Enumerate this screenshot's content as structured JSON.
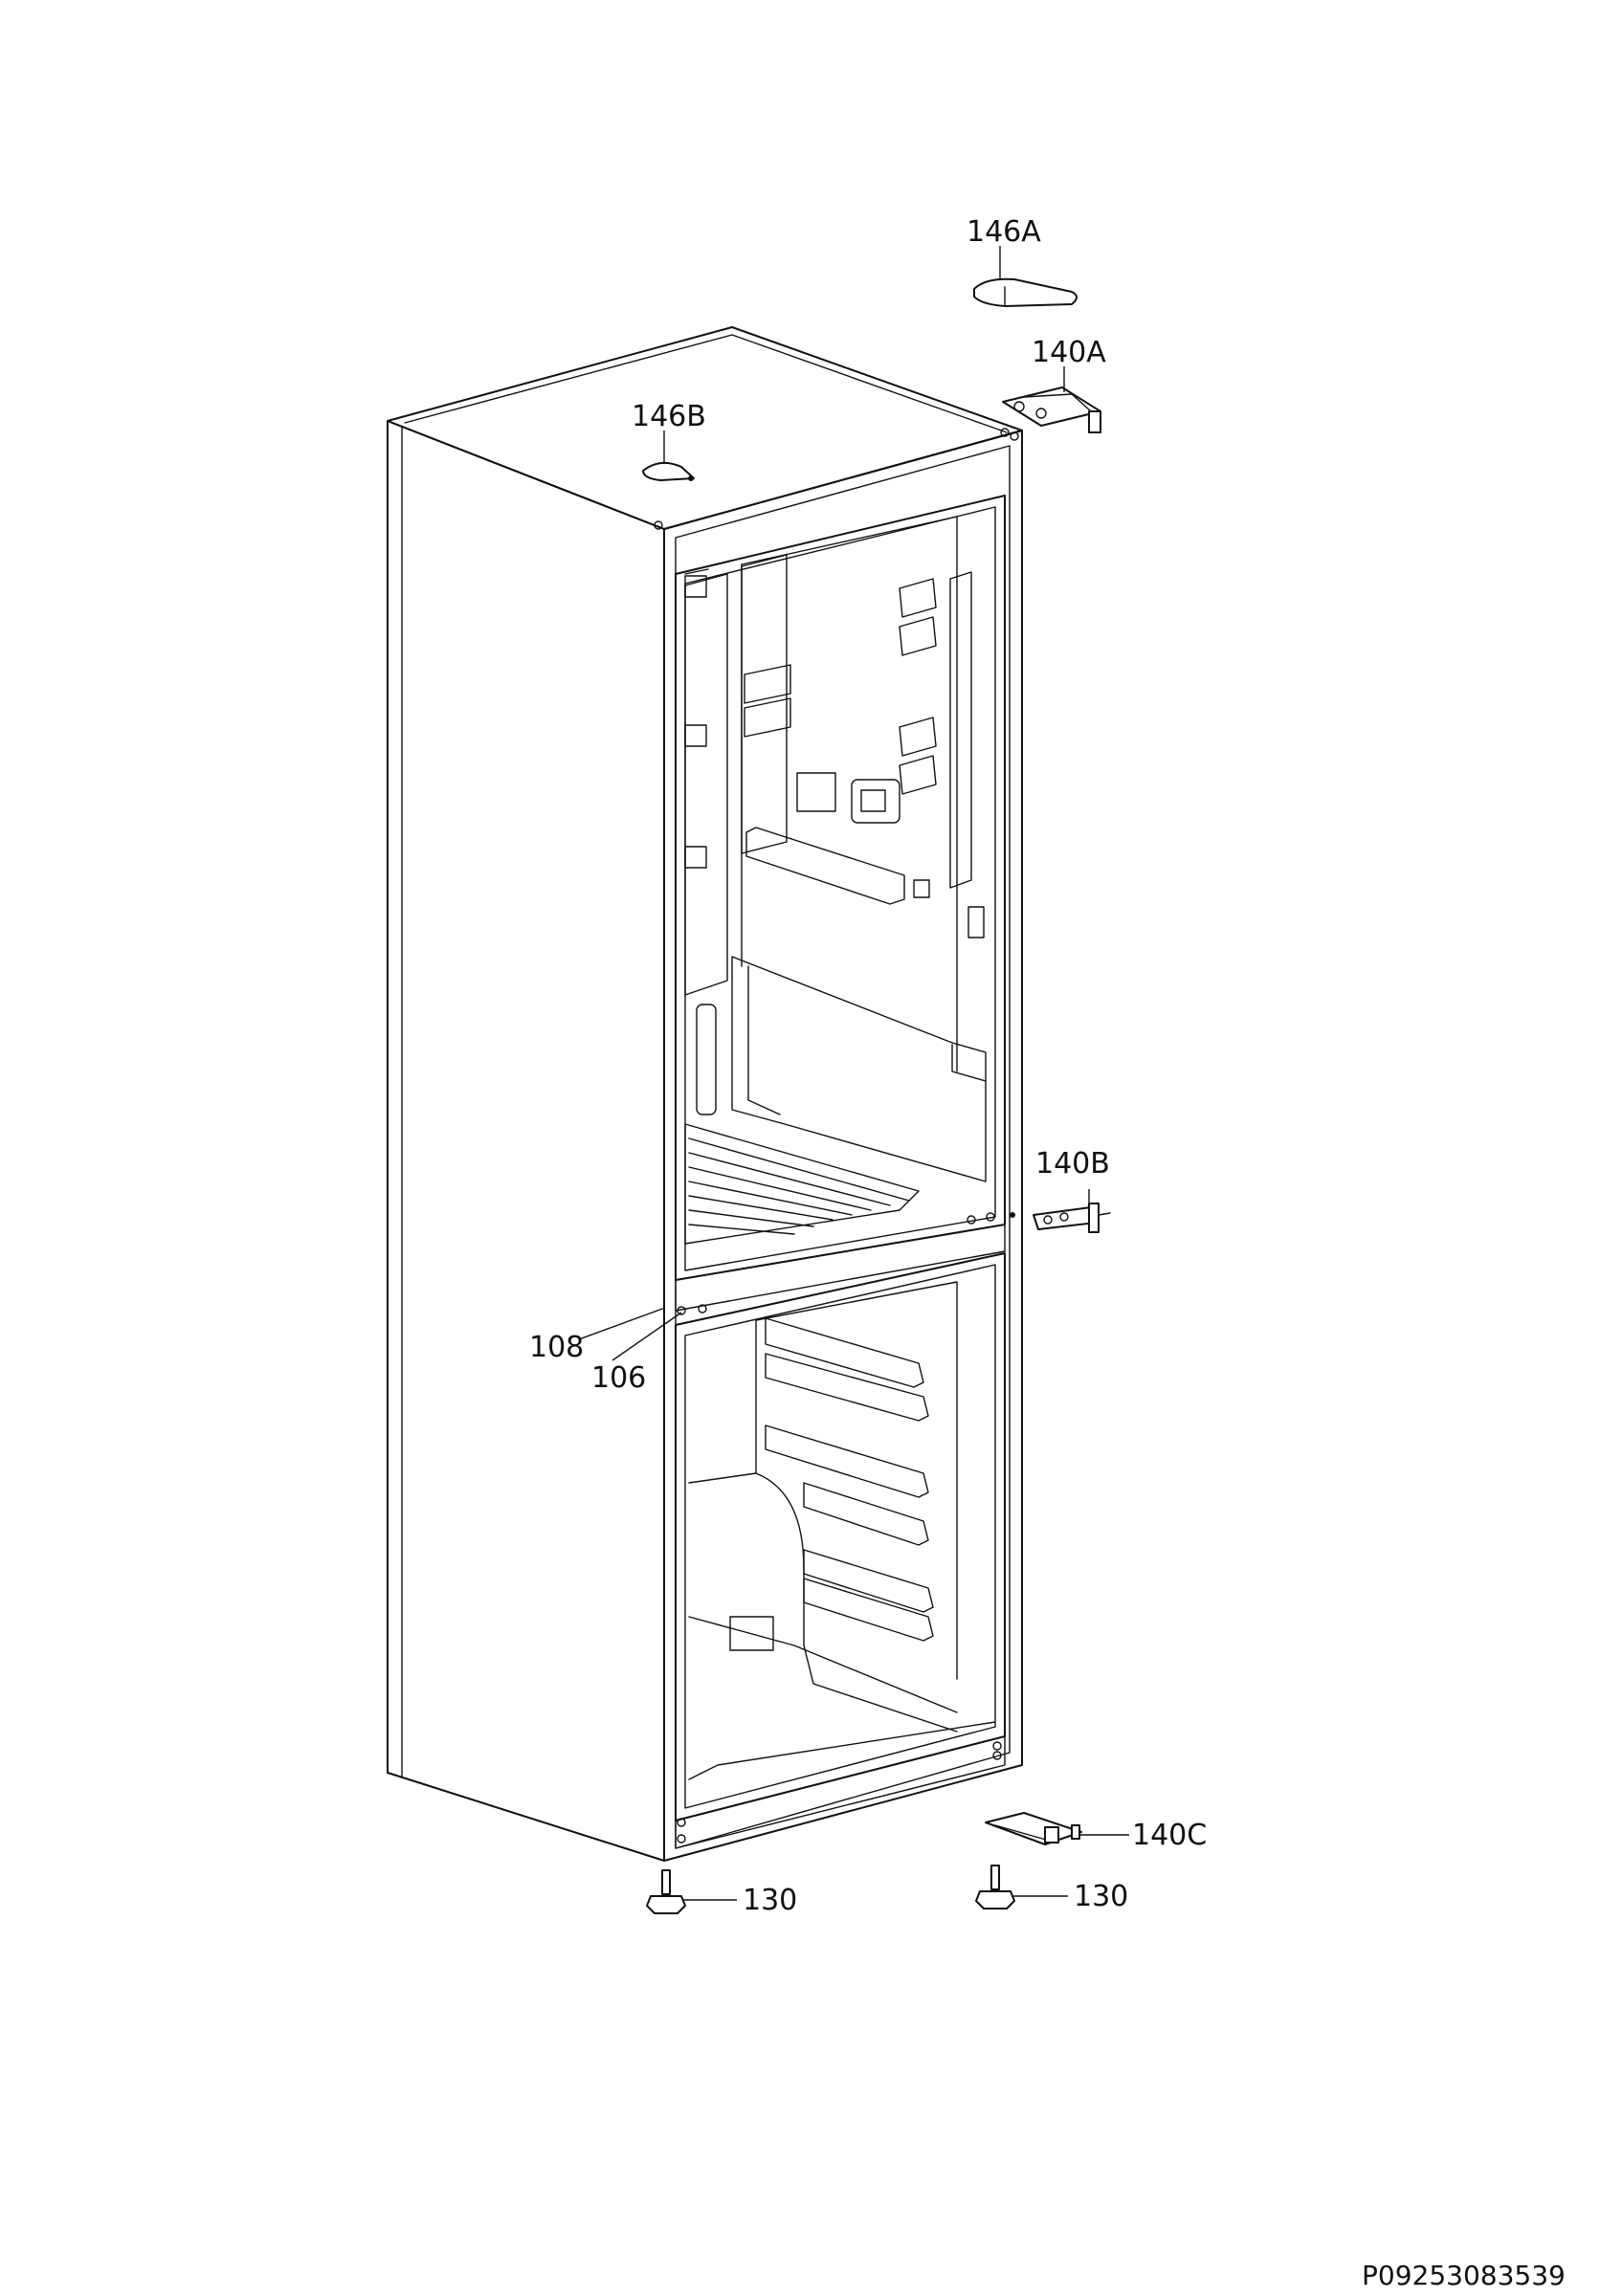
{
  "diagram": {
    "callouts": {
      "c146A": "146A",
      "c140A": "140A",
      "c146B": "146B",
      "c140B": "140B",
      "c108": "108",
      "c106": "106",
      "c140C": "140C",
      "c130_left": "130",
      "c130_right": "130"
    },
    "document_number": "P09253083539"
  }
}
